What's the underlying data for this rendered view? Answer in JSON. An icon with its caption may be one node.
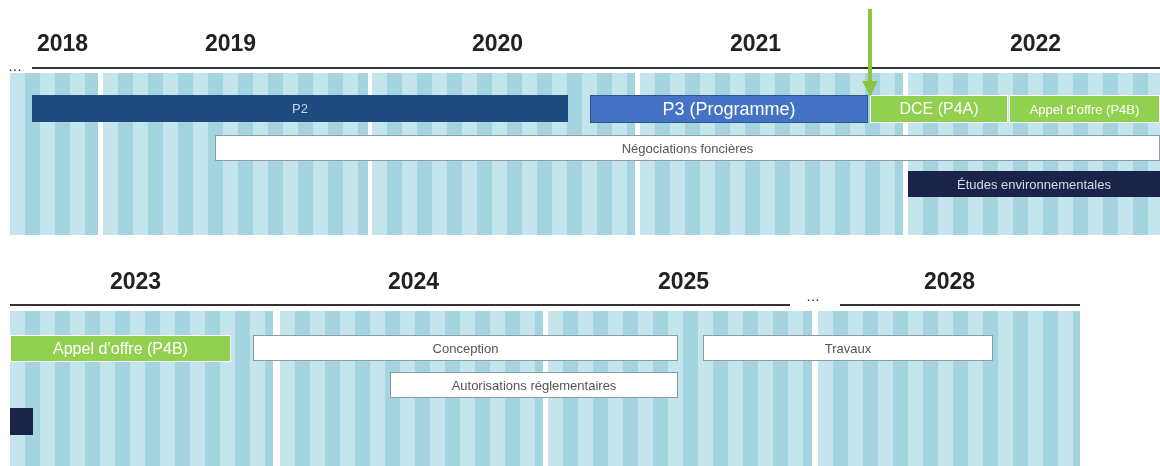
{
  "diagram": {
    "nodes": [
      {
        "text": [
          "P2"
        ]
      },
      {
        "text": [
          "P3 (Programme)"
        ]
      },
      {
        "text": [
          "DCE (P4A)"
        ]
      },
      {
        "text": [
          "Appel d’offre (P4B)"
        ]
      },
      {
        "text": [
          "Négociations foncières"
        ]
      },
      {
        "text": [
          "Études environnementales"
        ]
      },
      {
        "text": [
          "Appel d’offre (P4B)"
        ]
      },
      {
        "text": [
          "Conception"
        ]
      },
      {
        "text": [
          "Travaux"
        ]
      },
      {
        "text": [
          "Autorisations réglementaires"
        ]
      },
      {
        "text": [],
        "shape": "bar"
      }
    ],
    "edges": [
      {
        "from": null,
        "to": 2,
        "arrow": "to"
      }
    ],
    "labels": [
      "…",
      "2018",
      "2019",
      "2020",
      "2021",
      "2022",
      "2023",
      "2024",
      "2025",
      "…",
      "2028"
    ]
  }
}
